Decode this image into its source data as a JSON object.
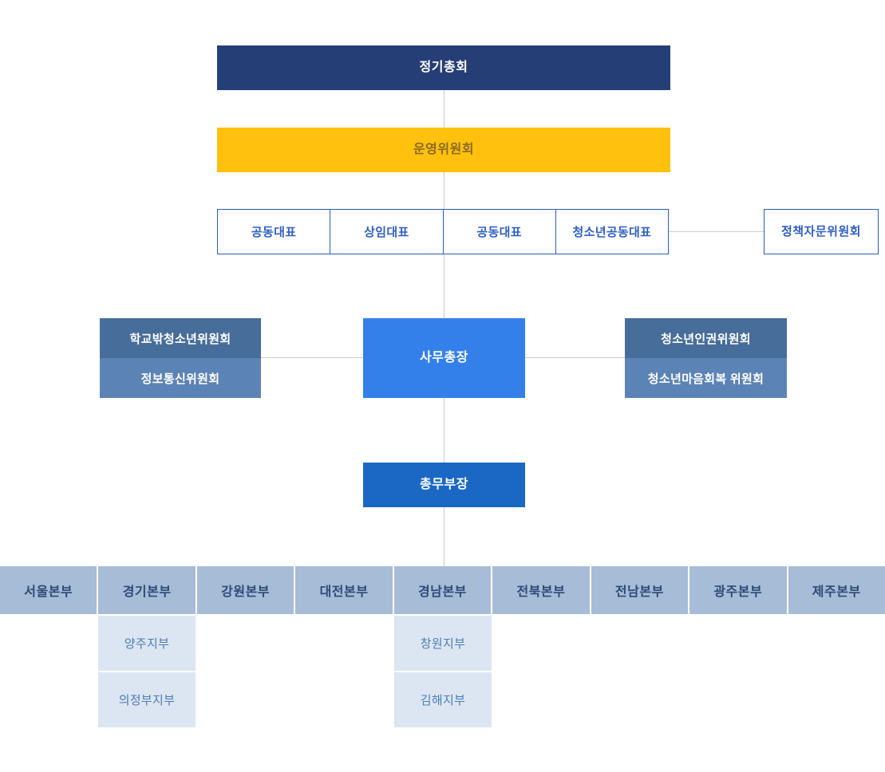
{
  "org": {
    "general_assembly": "정기총회",
    "steering_committee": "운영위원회",
    "leaders": [
      "공동대표",
      "상임대표",
      "공동대표",
      "청소년공동대표"
    ],
    "policy_advisory": "정책자문위원회",
    "secretary_general": "사무총장",
    "left_committees": [
      "학교밖청소년위원회",
      "정보통신위원회"
    ],
    "right_committees": [
      "청소년인권위원회",
      "청소년마음회복 위원회"
    ],
    "general_affairs_head": "총무부장",
    "regional_hq": [
      "서울본부",
      "경기본부",
      "강원본부",
      "대전본부",
      "경남본부",
      "전북본부",
      "전남본부",
      "광주본부",
      "제주본부"
    ],
    "gyeonggi_branches": [
      "양주지부",
      "의정부지부"
    ],
    "gyeongnam_branches": [
      "창원지부",
      "김해지부"
    ]
  },
  "colors": {
    "navy": "#263E76",
    "yellow": "#FFC10D",
    "yellow_text": "#8A6A22",
    "outline_blue": "#2B5CB8",
    "bright_blue": "#3380EA",
    "medium_blue": "#1B67C4",
    "steel_dark": "#476D9A",
    "steel_light": "#5C83B5",
    "hq_fill": "#A7BCD6",
    "hq_text": "#2B4B79",
    "branch_fill": "#DCE6F2",
    "branch_text": "#4A7BB5",
    "connector": "#CCCCCC"
  }
}
